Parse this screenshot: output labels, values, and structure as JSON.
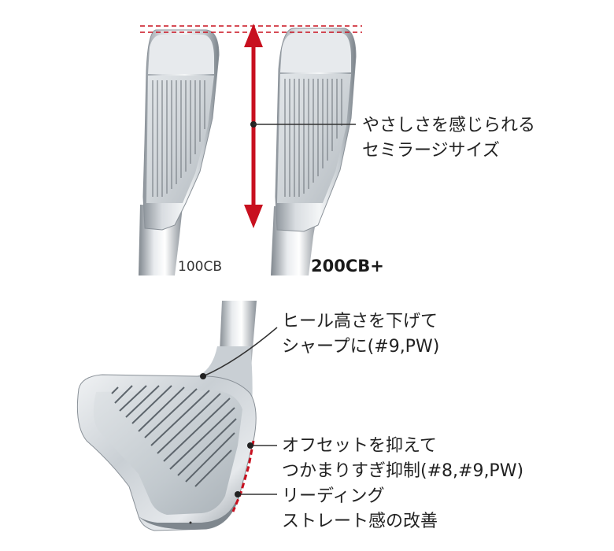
{
  "top": {
    "left_model": "100CB",
    "right_model": "200CB+",
    "callout_line1": "やさしさを感じられる",
    "callout_line2": "セミラージサイズ"
  },
  "bottom": {
    "callout1_line1": "ヒール高さを下げて",
    "callout1_line2": "シャープに(#9,PW)",
    "callout2_line1": "オフセットを抑えて",
    "callout2_line2": "つかまりすぎ抑制(#8,#9,PW)",
    "callout3_line1": "リーディング",
    "callout3_line2": "ストレート感の改善"
  },
  "colors": {
    "accent_red": "#c8101f",
    "leader": "#333333",
    "steel_light": "#e9ecef",
    "steel_mid": "#b8bfc6",
    "steel_dark": "#6f777e"
  }
}
